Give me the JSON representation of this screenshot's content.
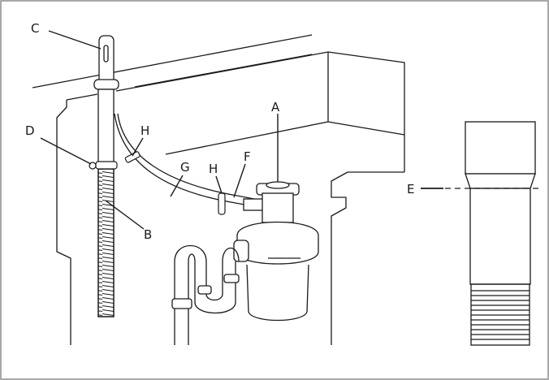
{
  "callouts": {
    "A": "A",
    "B": "B",
    "C": "C",
    "D": "D",
    "E": "E",
    "F": "F",
    "G": "G",
    "H_left": "H",
    "H_right": "H"
  },
  "colors": {
    "line": "#1a1a1a",
    "background": "#ffffff",
    "frame": "#8c8c8c"
  }
}
